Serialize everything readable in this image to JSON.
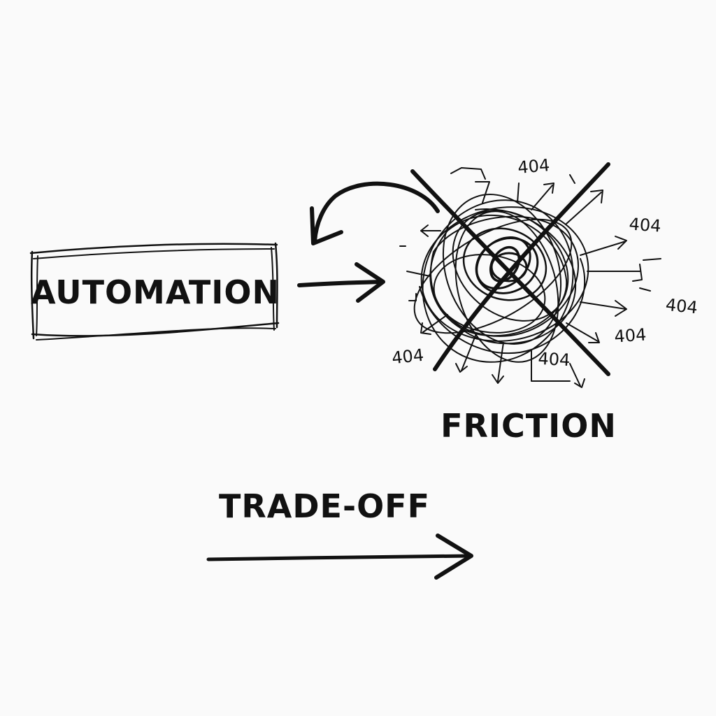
{
  "labels": {
    "automation": "AUTOMATION",
    "friction": "FRICTION",
    "tradeoff": "TRADE-OFF"
  },
  "error_codes": [
    "404",
    "404",
    "404",
    "404",
    "404",
    "404"
  ],
  "colors": {
    "background": "#fafafa",
    "ink": "#111111"
  },
  "icons": {
    "tangle": "scribble-tangle-icon",
    "cross": "x-mark-icon"
  }
}
